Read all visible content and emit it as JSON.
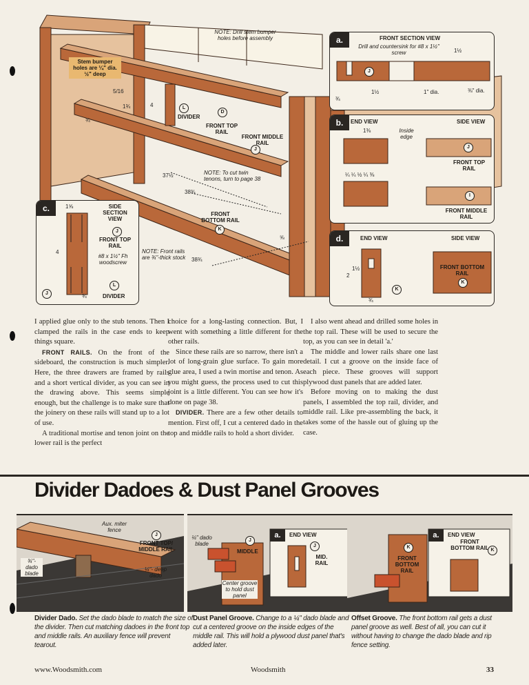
{
  "figure": {
    "note_top": "NOTE: Drill stem bumper holes before assembly",
    "stem_bumper": "Stem bumper holes are ¼\" dia. ½\" deep",
    "divider_label": "DIVIDER",
    "front_top_rail": "FRONT TOP RAIL",
    "front_middle_rail": "FRONT MIDDLE RAIL",
    "front_bottom_rail": "FRONT BOTTOM RAIL",
    "note_tenons": "NOTE: To cut twin tenons, turn to page 38",
    "note_front_rails": "NOTE: Front rails are ¾\"-thick stock",
    "dim_37": "37½",
    "dim_38a": "38¾",
    "dim_38b": "38¾",
    "dim_4": "4",
    "dim_1_3_4": "1¾",
    "dim_3_4": "¾",
    "dim_5_8": "⅝",
    "dim_5_16": "5/16",
    "label_J": "J",
    "label_K": "K",
    "label_L": "L",
    "label_D": "D"
  },
  "detail_a": {
    "tag": "a.",
    "title": "FRONT SECTION VIEW",
    "note": "Drill and countersink for #8 x 1½\" screw",
    "dim_1_1_2a": "1½",
    "dim_1_1_2b": "1½",
    "dim_1_dia": "1\" dia.",
    "dim_3_8_dia": "⅜\" dia.",
    "dim_3_4": "¾",
    "circle": "J"
  },
  "detail_b": {
    "tag": "b.",
    "end_view": "END VIEW",
    "side_view": "SIDE VIEW",
    "inside_edge": "Inside edge",
    "dim_1_3_8": "1⅜",
    "front_top_rail": "FRONT TOP RAIL",
    "front_middle_rail": "FRONT MIDDLE RAIL",
    "dims_row": "¼ ¼ ½ ¼ ⅜",
    "circle_j": "J",
    "circle_i": "I"
  },
  "detail_c": {
    "tag": "c.",
    "title": "SIDE SECTION VIEW",
    "front_top_rail": "FRONT TOP RAIL",
    "screw": "#8 x 1½\" Fh woodscrew",
    "divider": "DIVIDER",
    "dim_1_5_8": "1⅝",
    "dim_4": "4",
    "dim_3_4": "¾",
    "circle_j": "J",
    "circle_l": "L"
  },
  "detail_d": {
    "tag": "d.",
    "end_view": "END VIEW",
    "side_view": "SIDE VIEW",
    "front_bottom_rail": "FRONT BOTTOM RAIL",
    "dim_1_1_2": "1½",
    "dim_2": "2",
    "dim_3_4": "¾",
    "circle_k": "K"
  },
  "article": {
    "col1_p1": "I applied glue only to the stub tenons. Then I clamped the rails in the case ends to keep things square.",
    "col1_head": "FRONT RAILS.",
    "col1_p2": " On the front of the sideboard, the construction is much simpler. Here, the three drawers are framed by rails and a short vertical divider, as you can see in the drawing above. This seems simple enough, but the challenge is to make sure that the joinery on these rails will stand up to a lot of use.",
    "col1_p3": "A traditional mortise and tenon joint on the lower rail is the perfect",
    "col2_p1": "choice for a long-lasting connection. But, I went with something a little different for the other rails.",
    "col2_p2": "Since these rails are so narrow, there isn't a lot of long-grain glue surface. To gain more glue area, I used a twin mortise and tenon. As you might guess, the process used to cut this joint is a little different. You can see how it's done on page 38.",
    "col2_head": "DIVIDER.",
    "col2_p3": " There are a few other details to mention. First off, I cut a centered dado in the top and middle rails to hold a short divider.",
    "col3_p1": "I also went ahead and drilled some holes in the top rail. These will be used to secure the top, as you can see in detail 'a.'",
    "col3_p2": "The middle and lower rails share one last detail. I cut a groove on the inside face of each piece. These grooves will support plywood dust panels that are added later.",
    "col3_p3": "Before moving on to making the dust panels, I assembled the top rail, divider, and middle rail. Like pre-assembling the back, it takes some of the hassle out of gluing up the case."
  },
  "section": {
    "title": "Divider Dadoes & Dust Panel Grooves"
  },
  "panels": [
    {
      "aux_fence": "Aux. miter fence",
      "front_top_middle": "FRONT TOP/ MIDDLE RAIL",
      "dado_blade": "¾\"- dado blade",
      "deep_dado": "¼\"- deep dado",
      "circle": "J"
    },
    {
      "dado_blade": "¼\" dado blade",
      "middle": "MIDDLE",
      "end_view": "END VIEW",
      "mid_rail": "MID. RAIL",
      "center_groove": "Center groove to hold dust panel",
      "tag": "a.",
      "circle": "J"
    },
    {
      "front_bottom_rail": "FRONT BOTTOM RAIL",
      "end_view": "END VIEW",
      "front_bottom_rail2": "FRONT BOTTOM RAIL",
      "tag": "a.",
      "circle": "K"
    }
  ],
  "captions": [
    {
      "head": "Divider Dado.",
      "text": " Set the dado blade to match the size of the divider. Then cut matching dadoes in the front top and middle rails. An auxiliary fence will prevent tearout."
    },
    {
      "head": "Dust Panel Groove.",
      "text": " Change to a ¼\" dado blade and cut a centered groove on the inside edges of the middle rail. This will hold a plywood dust panel that's added later."
    },
    {
      "head": "Offset Groove.",
      "text": " The front bottom rail gets a dust panel groove as well. Best of all, you can cut it without having to change the dado blade and rip fence setting."
    }
  ],
  "footer": {
    "left": "www.Woodsmith.com",
    "center": "Woodsmith",
    "page": "33"
  }
}
